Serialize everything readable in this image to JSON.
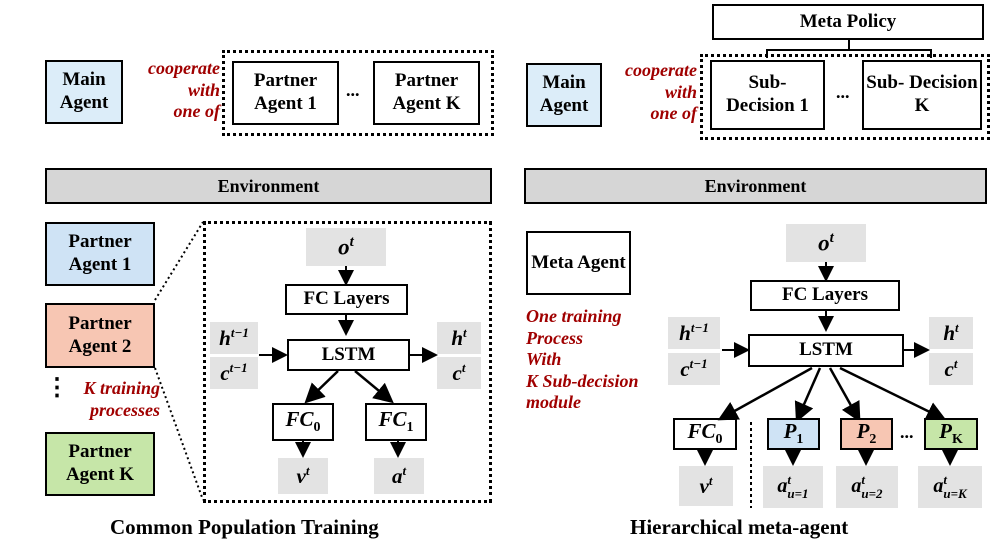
{
  "left": {
    "main_agent": "Main Agent",
    "cooperate_text": [
      "cooperate",
      "with",
      "one of"
    ],
    "partner_1": "Partner Agent 1",
    "partner_k": "Partner Agent K",
    "ellipsis": "...",
    "environment": "Environment",
    "pop_partner_1": "Partner Agent 1",
    "pop_partner_2": "Partner Agent 2",
    "pop_partner_k": "Partner Agent K",
    "k_training": [
      "K training",
      "processes"
    ],
    "vdots": "⋮",
    "caption": "Common Population Training",
    "net": {
      "obs": "o",
      "obs_sup": "t",
      "fc_layers": "FC Layers",
      "lstm": "LSTM",
      "h_prev": "h",
      "h_prev_sup": "t−1",
      "c_prev": "c",
      "c_prev_sup": "t−1",
      "h_next": "h",
      "h_next_sup": "t",
      "c_next": "c",
      "c_next_sup": "t",
      "fc0": "FC",
      "fc0_sub": "0",
      "fc1": "FC",
      "fc1_sub": "1",
      "v": "v",
      "v_sup": "t",
      "a": "a",
      "a_sup": "t"
    }
  },
  "right": {
    "meta_policy": "Meta Policy",
    "main_agent": "Main Agent",
    "cooperate_text": [
      "cooperate",
      "with",
      "one of"
    ],
    "sub_decision_1": "Sub- Decision 1",
    "sub_decision_k": "Sub- Decision K",
    "ellipsis": "...",
    "environment": "Environment",
    "meta_agent": "Meta Agent",
    "one_training": [
      "One training",
      "Process",
      "With",
      "K Sub-decision",
      "module"
    ],
    "caption": "Hierarchical meta-agent",
    "net": {
      "obs": "o",
      "obs_sup": "t",
      "fc_layers": "FC Layers",
      "lstm": "LSTM",
      "h_prev": "h",
      "h_prev_sup": "t−1",
      "c_prev": "c",
      "c_prev_sup": "t−1",
      "h_next": "h",
      "h_next_sup": "t",
      "c_next": "c",
      "c_next_sup": "t",
      "fc0": "FC",
      "fc0_sub": "0",
      "p1": "P",
      "p1_sub": "1",
      "p2": "P",
      "p2_sub": "2",
      "pk": "P",
      "pk_sub": "K",
      "dots": "...",
      "v": "v",
      "v_sup": "t",
      "a1": "a",
      "a1_sup": "t",
      "a1_sub": "u=1",
      "a2": "a",
      "a2_sup": "t",
      "a2_sub": "u=2",
      "ak": "a",
      "ak_sup": "t",
      "ak_sub": "u=K"
    }
  },
  "colors": {
    "main_agent_fill": "#dcedf9",
    "partner_1_fill": "#cfe3f5",
    "partner_2_fill": "#f7c6b3",
    "partner_k_fill": "#c6e6a8",
    "grey_fill": "#e3e3e3",
    "environment_fill": "#d6d6d6",
    "annotation_red": "#a00000"
  }
}
